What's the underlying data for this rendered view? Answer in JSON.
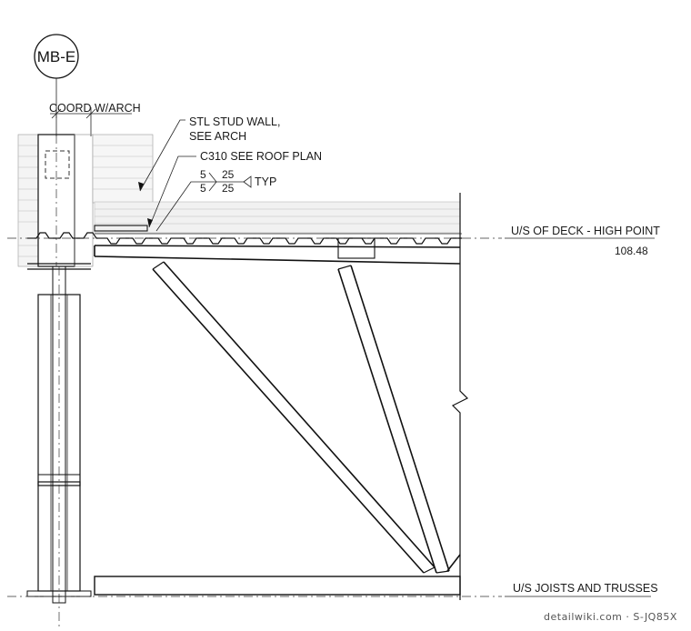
{
  "section_bubble": {
    "label": "MB-E"
  },
  "labels": {
    "coord_arch": "COORD W/ARCH",
    "stud_wall_line1": "STL STUD WALL,",
    "stud_wall_line2": "SEE ARCH",
    "c310": "C310 SEE ROOF PLAN",
    "weld_top_left": "5",
    "weld_top_right": "25",
    "weld_bot_left": "5",
    "weld_bot_right": "25",
    "weld_typ": "TYP",
    "deck_high_point": "U/S OF DECK - HIGH POINT",
    "deck_elevation": "108.48",
    "joists_trusses": "U/S JOISTS AND TRUSSES"
  },
  "watermark": "detailwiki.com · S-JQ85X"
}
